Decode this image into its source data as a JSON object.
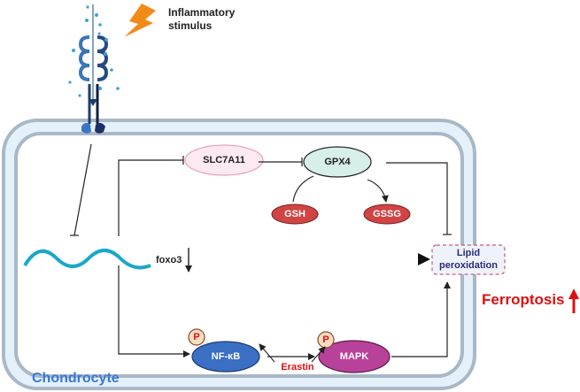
{
  "stimulus": {
    "line1": "Inflammatory",
    "line2": "stimulus"
  },
  "nodes": {
    "slc7a11": "SLC7A11",
    "gpx4": "GPX4",
    "gsh": "GSH",
    "gssg": "GSSG",
    "foxo3": "foxo3",
    "lipid_line1": "Lipid",
    "lipid_line2": "peroxidation",
    "nfkb": "NF-κB",
    "mapk": "MAPK",
    "phospho": "P",
    "erastin": "Erastin"
  },
  "cell_label": "Chondrocyte",
  "outcome": "Ferroptosis",
  "colors": {
    "membrane": "#a9b8c6",
    "membrane_fill": "#e4f1fb",
    "wave": "#1aa8c8",
    "slc7a11": "#fde9f1",
    "gpx4": "#d6efe9",
    "gsh": "#d04444",
    "nfkb": "#3a6fc4",
    "mapk": "#b8429a",
    "red_text": "#dd1111",
    "chondrocyte": "#3a78d8",
    "lipid_text": "#2a2a7a"
  }
}
